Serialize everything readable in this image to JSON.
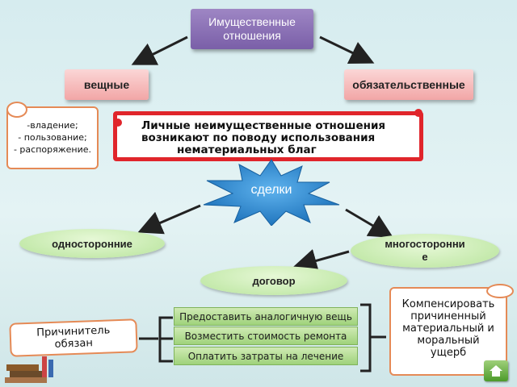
{
  "top": {
    "line1": "Имущественные",
    "line2": "отношения"
  },
  "left_box": "вещные",
  "right_box": "обязательственные",
  "rights_list": [
    "-владение;",
    "- пользование;",
    "- распоряжение."
  ],
  "banner": {
    "line1": "Личные неимущественные отношения",
    "line2": "возникают по поводу использования",
    "line3": "нематериальных благ"
  },
  "star_label": "сделки",
  "unilateral": "односторонние",
  "multilateral": {
    "line1": "многосторонни",
    "line2": "е"
  },
  "contract": "договор",
  "actions": [
    "Предоставить аналогичную вещь",
    "Возместить стоимость ремонта",
    "Оплатить затраты на лечение"
  ],
  "compensation": {
    "line1": "Компенсировать",
    "line2": "причиненный",
    "line3": "материальный и",
    "line4": "моральный",
    "line5": "ущерб"
  },
  "culprit": {
    "line1": "Причинитель",
    "line2": "обязан"
  },
  "colors": {
    "top_box": "#7a5fa8",
    "pink": "#f2a6a6",
    "banner_border": "#e0252b",
    "star": "#2e8fd6",
    "oval": "#b8e49c",
    "scroll_border": "#e58a56"
  },
  "icons": [
    "arrow-icon",
    "star-burst-icon",
    "home-icon",
    "books-icon"
  ]
}
